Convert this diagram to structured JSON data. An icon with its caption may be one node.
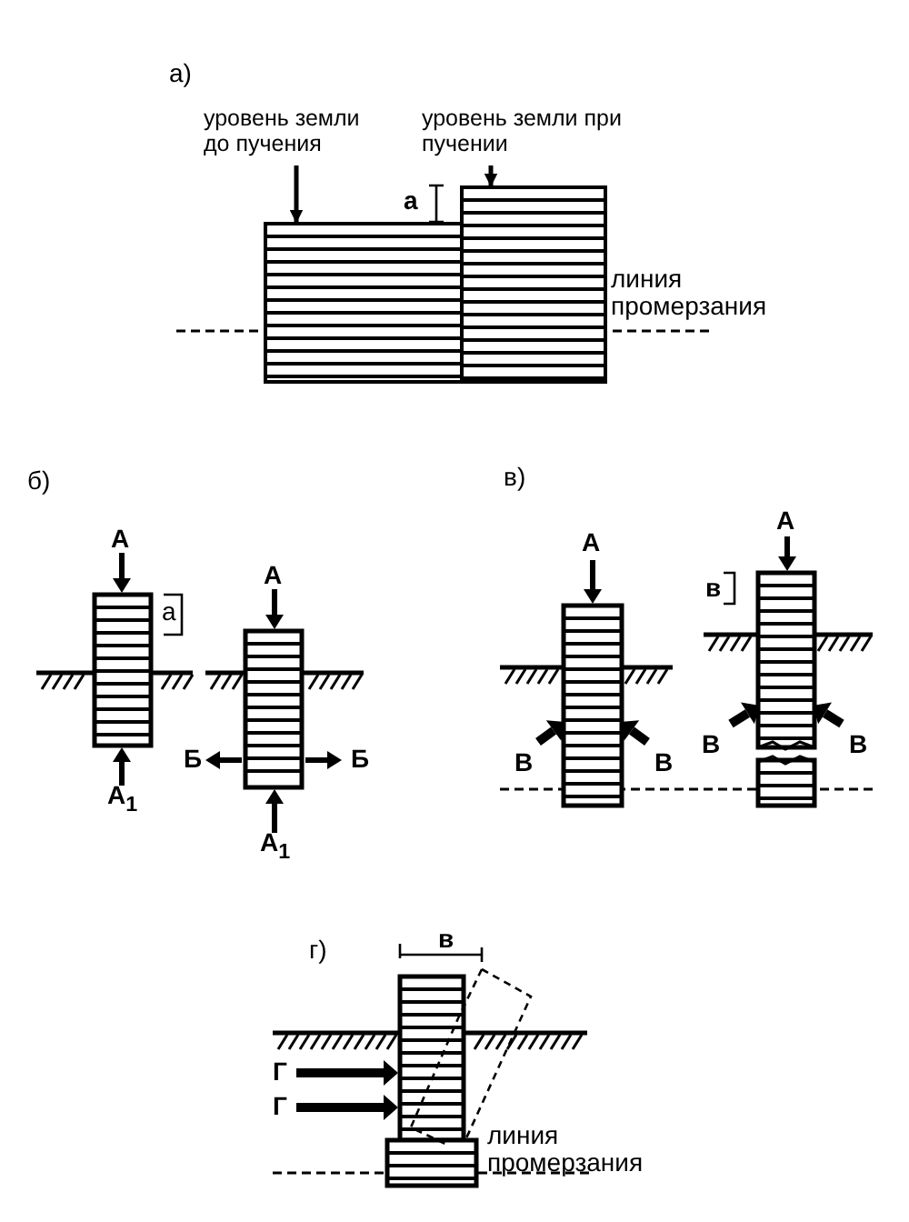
{
  "diagram": {
    "nodes": [
      {
        "text": [
          "уровень земли до пучения"
        ]
      },
      {
        "text": [
          "уровень земли при пучении"
        ]
      },
      {
        "text": [],
        "shape": "box"
      },
      {
        "text": [],
        "shape": "box"
      }
    ],
    "edges": [
      {
        "from": 0,
        "to": 2,
        "arrow": "to"
      },
      {
        "from": 1,
        "to": 3,
        "arrow": "to"
      }
    ],
    "labels": [
      "а)",
      "а",
      "линия промерзания",
      "б)",
      "А",
      "а",
      "А$_{1}$",
      "А",
      "Б",
      "Б",
      "А$_{1}$",
      "в)",
      "А",
      "В",
      "В",
      "в",
      "А",
      "В",
      "В",
      "г)",
      "в",
      "Г",
      "Г",
      "линия промерзания"
    ]
  }
}
